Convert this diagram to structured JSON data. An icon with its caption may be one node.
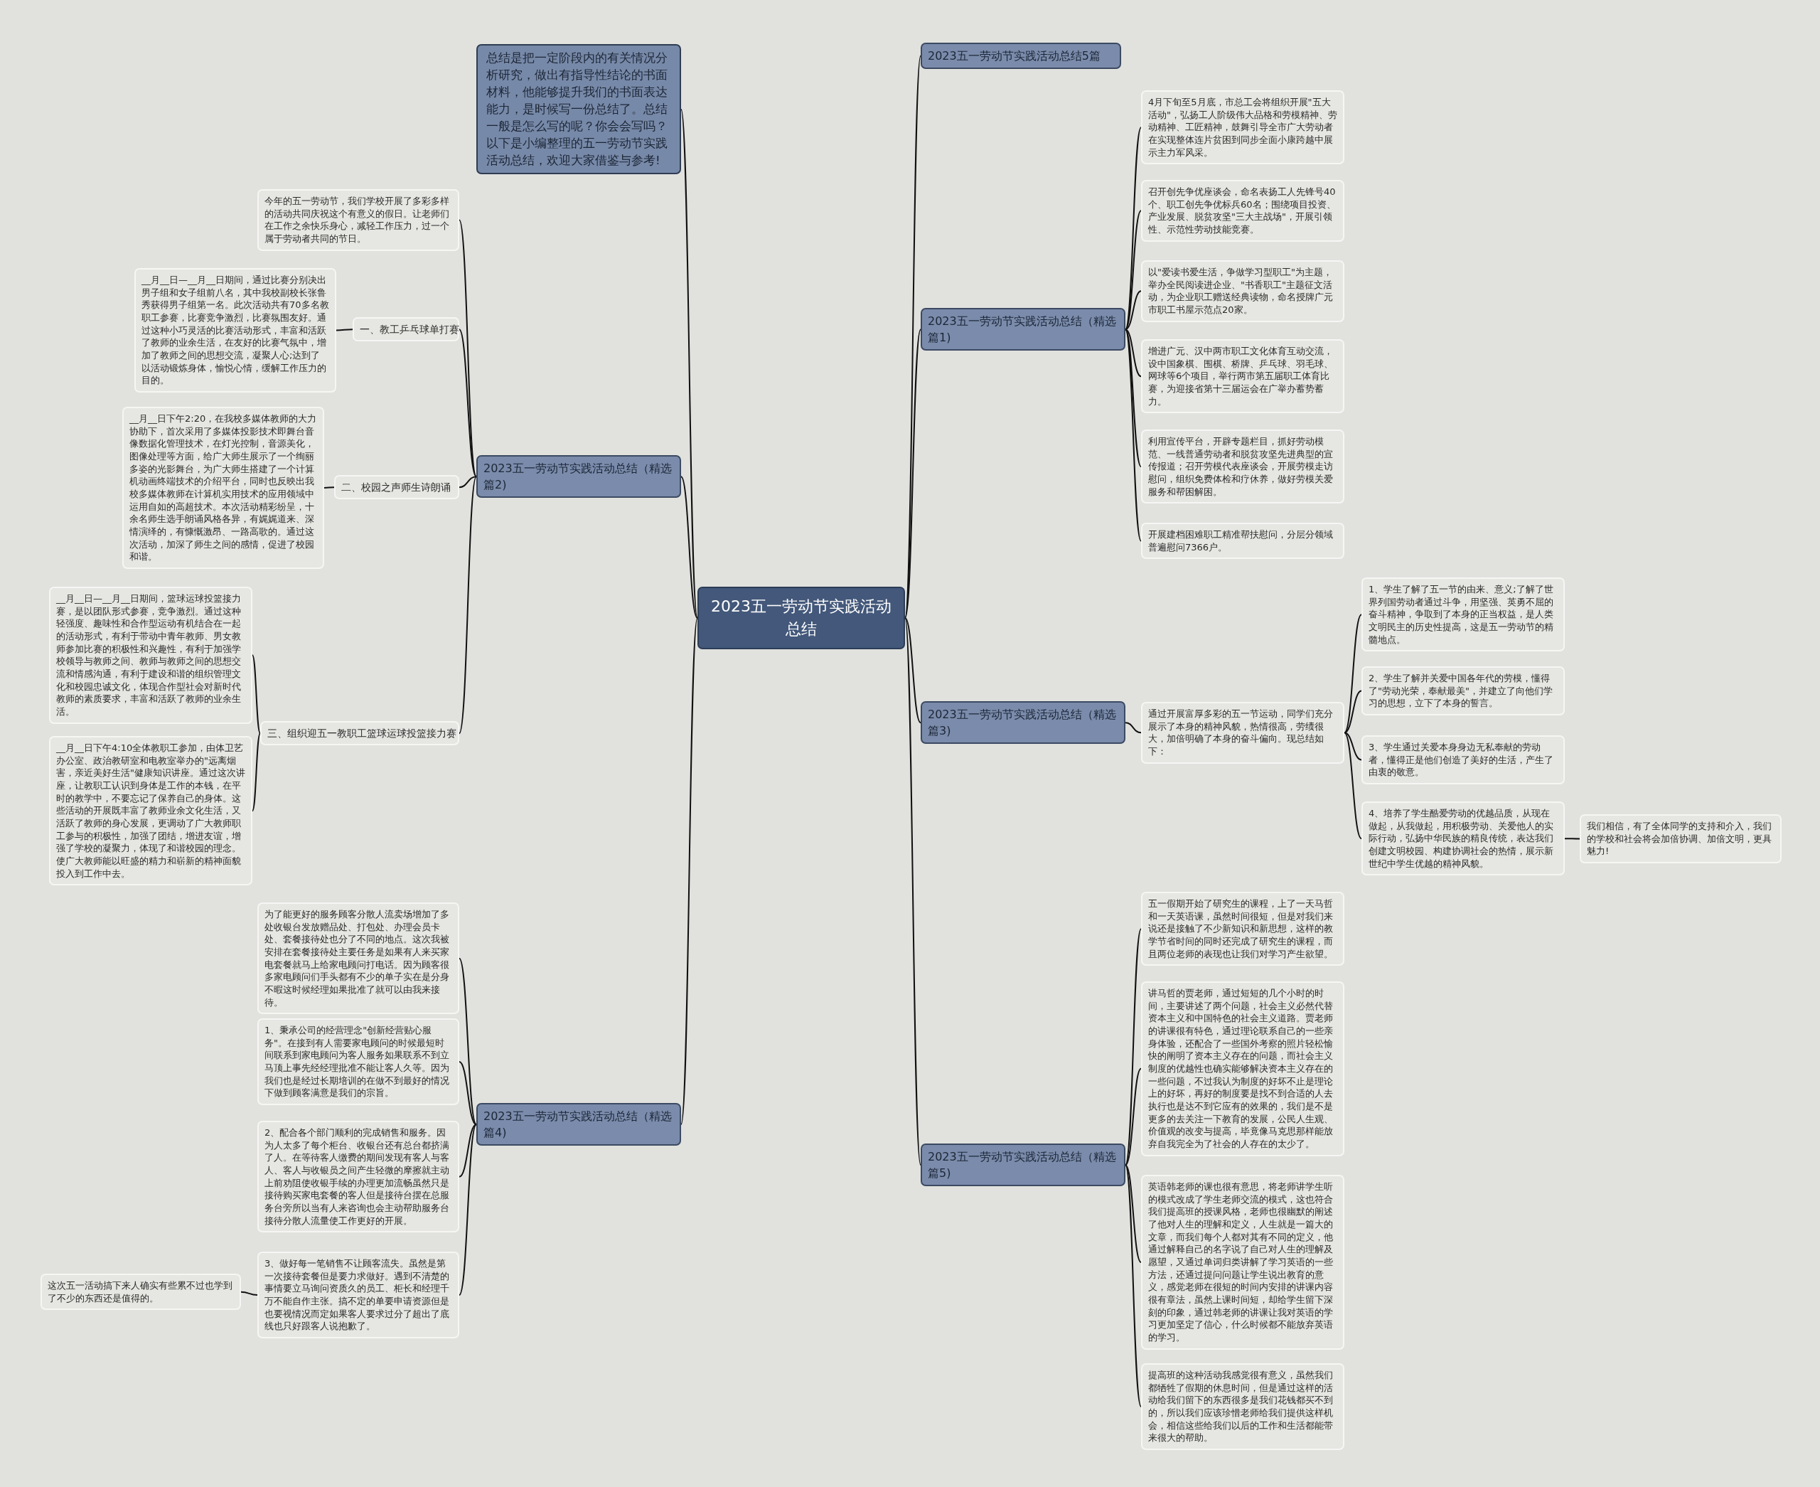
{
  "diagram": {
    "nodes": [
      {
        "text": [
          "2023五一劳动节实践活动总结"
        ]
      },
      {
        "text": [
          "总结是把一定阶段内的有关情况分析研究，做出有指导性结论的书面材料，他能够提升我们的书面表达能力，是时候写一份总结了。总结一般是怎么写的呢？你会会写吗？以下是小编整理的五一劳动节实践活动总结，欢迎大家借鉴与参考!"
        ]
      },
      {
        "text": [
          "2023五一劳动节实践活动总结5篇"
        ]
      },
      {
        "text": [
          "2023五一劳动节实践活动总结（精选篇1)"
        ]
      },
      {
        "text": [
          "4月下旬至5月底，市总工会将组织开展\"五大活动\"，弘扬工人阶级伟大品格和劳模精神、劳动精神、工匠精神，鼓舞引导全市广大劳动者在实现整体连片贫困到同步全面小康跨越中展示主力军风采。"
        ]
      },
      {
        "text": [
          "召开创先争优座谈会，命名表扬工人先锋号40个、职工创先争优标兵60名；围绕项目投资、产业发展、脱贫攻坚\"三大主战场\"，开展引领性、示范性劳动技能竞赛。"
        ]
      },
      {
        "text": [
          "以\"爱读书爱生活，争做学习型职工\"为主题，举办全民阅读进企业、\"书香职工\"主题征文活动，为企业职工赠送经典读物，命名授牌广元市职工书屋示范点20家。"
        ]
      },
      {
        "text": [
          "增进广元、汉中两市职工文化体育互动交流，设中国象棋、围棋、桥牌、乒乓球、羽毛球、网球等6个项目，举行两市第五届职工体育比赛，为迎接省第十三届运会在广举办蓄势蓄力。"
        ]
      },
      {
        "text": [
          "利用宣传平台，开辟专题栏目，抓好劳动模范、一线普通劳动者和脱贫攻坚先进典型的宣传报道；召开劳模代表座谈会，开展劳模走访慰问，组织免费体检和疗休养，做好劳模关爱服务和帮困解困。"
        ]
      },
      {
        "text": [
          "开展建档困难职工精准帮扶慰问，分层分领域普遍慰问7366户。"
        ]
      },
      {
        "text": [
          "2023五一劳动节实践活动总结（精选篇2)"
        ]
      },
      {
        "text": [
          "今年的五一劳动节，我们学校开展了多彩多样的活动共同庆祝这个有意义的假日。让老师们在工作之余快乐身心，减轻工作压力，过一个属于劳动者共同的节日。"
        ]
      },
      {
        "text": [
          "一、教工乒乓球单打赛"
        ]
      },
      {
        "text": [
          "__月__日—__月__日期间，通过比赛分别决出男子组和女子组前八名，其中我校副校长张鲁秀获得男子组第一名。此次活动共有70多名教职工参赛，比赛竞争激烈，比赛氛围友好。通过这种小巧灵活的比赛活动形式，丰富和活跃了教师的业余生活，在友好的比赛气氛中，增加了教师之间的思想交流，凝聚人心;达到了以活动锻炼身体，愉悦心情，缓解工作压力的目的。"
        ]
      },
      {
        "text": [
          "二、校园之声师生诗朗诵"
        ]
      },
      {
        "text": [
          "__月__日下午2:20，在我校多媒体教师的大力协助下，首次采用了多媒体投影技术即舞台音像数据化管理技术，在灯光控制，音源美化，图像处理等方面，给广大师生展示了一个绚丽多姿的光影舞台，为广大师生搭建了一个计算机动画终端技术的介绍平台，同时也反映出我校多媒体教师在计算机实用技术的应用领域中运用自如的高超技术。本次活动精彩纷呈，十余名师生选手朗诵风格各异，有娓娓道来、深情演绎的，有慷慨激昂、一路高歌的。通过这次活动，加深了师生之间的感情，促进了校园和谐。"
        ]
      },
      {
        "text": [
          "三、组织迎五一教职工篮球运球投篮接力赛"
        ]
      },
      {
        "text": [
          "__月__日—__月__日期间，篮球运球投篮接力赛，是以团队形式参赛，竞争激烈。通过这种轻强度、趣味性和合作型运动有机结合在一起的活动形式，有利于带动中青年教师、男女教师参加比赛的积极性和兴趣性，有利于加强学校领导与教师之间、教师与教师之间的思想交流和情感沟通，有利于建设和谐的组织管理文化和校园忠诚文化，体现合作型社会对新时代教师的素质要求，丰富和活跃了教师的业余生活。"
        ]
      },
      {
        "text": [
          "__月__日下午4:10全体教职工参加，由体卫艺办公室、政治教研室和电教室举办的\"远离烟害，亲近美好生活\"健康知识讲座。通过这次讲座，让教职工认识到身体是工作的本钱，在平时的教学中，不要忘记了保养自己的身体。这些活动的开展既丰富了教师业余文化生活，又活跃了教师的身心发展，更调动了广大教师职工参与的积极性，加强了团结，增进友谊，增强了学校的凝聚力，体现了和谐校园的理念。使广大教师能以旺盛的精力和崭新的精神面貌投入到工作中去。"
        ]
      },
      {
        "text": [
          "2023五一劳动节实践活动总结（精选篇3)"
        ]
      },
      {
        "text": [
          "通过开展富厚多彩的五一节运动，同学们充分展示了本身的精神风貌，热情很高，劳绩很大，加倍明确了本身的奋斗偏向。现总结如下："
        ]
      },
      {
        "text": [
          "1、学生了解了五一节的由来、意义;了解了世界列国劳动者通过斗争，用坚强、英勇不屈的奋斗精神，争取到了本身的正当权益，是人类文明民主的历史性提高，这是五一劳动节的精髓地点。"
        ]
      },
      {
        "text": [
          "2、学生了解并关爱中国各年代的劳模，懂得了\"劳动光荣，奉献最美\"，并建立了向他们学习的思想，立下了本身的誓言。"
        ]
      },
      {
        "text": [
          "3、学生通过关爱本身身边无私奉献的劳动者，懂得正是他们创造了美好的生活，产生了由衷的敬意。"
        ]
      },
      {
        "text": [
          "4、培养了学生酷爱劳动的优越品质，从现在做起，从我做起，用积极劳动、关爱他人的实际行动，弘扬中华民族的精良传统，表达我们创建文明校园、构建协调社会的热情，展示新世纪中学生优越的精神风貌。"
        ]
      },
      {
        "text": [
          "我们相信，有了全体同学的支持和介入，我们的学校和社会将会加倍协调、加倍文明，更具魅力!"
        ]
      },
      {
        "text": [
          "2023五一劳动节实践活动总结（精选篇4)"
        ]
      },
      {
        "text": [
          "为了能更好的服务顾客分散人流卖场增加了多处收银台发放赠品处、打包处、办理会员卡处、套餐接待处也分了不同的地点。这次我被安排在套餐接待处主要任务是如果有人来买家电套餐就马上给家电顾问打电话。因为顾客很多家电顾问们手头都有不少的单子实在是分身不暇这时候经理如果批准了就可以由我来接待。"
        ]
      },
      {
        "text": [
          "1、秉承公司的经营理念\"创新经营贴心服务\"。在接到有人需要家电顾问的时候最短时间联系到家电顾问为客人服务如果联系不到立马顶上事先经经理批准不能让客人久等。因为我们也是经过长期培训的在做不到最好的情况下做到顾客满意是我们的宗旨。"
        ]
      },
      {
        "text": [
          "2、配合各个部门顺利的完成销售和服务。因为人太多了每个柜台、收银台还有总台都挤满了人。在等待客人缴费的期间发现有客人与客人、客人与收银员之间产生轻微的摩擦就主动上前劝阻使收银手续的办理更加流畅虽然只是接待购买家电套餐的客人但是接待台摆在总服务台旁所以当有人来咨询也会主动帮助服务台接待分散人流量使工作更好的开展。"
        ]
      },
      {
        "text": [
          "3、做好每一笔销售不让顾客流失。虽然是第一次接待套餐但是要力求做好。遇到不清楚的事情要立马询问资质久的员工、柜长和经理千万不能自作主张。搞不定的单要申请资源但是也要视情况而定如果客人要求过分了超出了底线也只好跟客人说抱歉了。"
        ]
      },
      {
        "text": [
          "这次五一活动搞下来人确实有些累不过也学到了不少的东西还是值得的。"
        ]
      },
      {
        "text": [
          "2023五一劳动节实践活动总结（精选篇5)"
        ]
      },
      {
        "text": [
          "五一假期开始了研究生的课程，上了一天马哲和一天英语课，虽然时间很短，但是对我们来说还是接触了不少新知识和新思想，这样的教学节省时间的同时还完成了研究生的课程，而且两位老师的表现也让我们对学习产生欲望。"
        ]
      },
      {
        "text": [
          "讲马哲的贾老师，通过短短的几个小时的时间，主要讲述了两个问题，社会主义必然代替资本主义和中国特色的社会主义道路。贾老师的讲课很有特色，通过理论联系自己的一些亲身体验，还配合了一些国外考察的照片轻松愉快的阐明了资本主义存在的问题，而社会主义制度的优越性也确实能够解决资本主义存在的一些问题，不过我认为制度的好坏不止是理论上的好坏，再好的制度要是找不到合适的人去执行也是达不到它应有的效果的，我们是不是更多的去关注一下教育的发展，公民人生观、价值观的改变与提高，毕竟像马克思那样能放弃自我完全为了社会的人存在的太少了。"
        ]
      },
      {
        "text": [
          "英语韩老师的课也很有意思，将老师讲学生听的模式改成了学生老师交流的模式，这也符合我们提高班的授课风格，老师也很幽默的阐述了他对人生的理解和定义，人生就是一篇大的文章，而我们每个人都对其有不同的定义，他通过解释自己的名字说了自己对人生的理解及愿望，又通过单词归类讲解了学习英语的一些方法，还通过提问问题让学生说出教育的意义，感觉老师在很短的时间内安排的讲课内容很有章法，虽然上课时间短，却给学生留下深刻的印象，通过韩老师的讲课让我对英语的学习更加坚定了信心，什么时候都不能放弃英语的学习。"
        ]
      },
      {
        "text": [
          "提高班的这种活动我感觉很有意义，虽然我们都牺牲了假期的休息时间，但是通过这样的活动给我们留下的东西很多是我们花钱都买不到的，所以我们应该珍惜老师给我们提供这样机会，相信这些给我们以后的工作和生活都能带来很大的帮助。"
        ]
      }
    ],
    "edges": [
      {
        "from": 0,
        "to": 1,
        "arrow": "none"
      },
      {
        "from": 0,
        "to": 2,
        "arrow": "none"
      },
      {
        "from": 0,
        "to": 3,
        "arrow": "none"
      },
      {
        "from": 3,
        "to": 4,
        "arrow": "none"
      },
      {
        "from": 3,
        "to": 5,
        "arrow": "none"
      },
      {
        "from": 3,
        "to": 6,
        "arrow": "none"
      },
      {
        "from": 3,
        "to": 7,
        "arrow": "none"
      },
      {
        "from": 3,
        "to": 8,
        "arrow": "none"
      },
      {
        "from": 3,
        "to": 9,
        "arrow": "none"
      },
      {
        "from": 0,
        "to": 10,
        "arrow": "none"
      },
      {
        "from": 10,
        "to": 11,
        "arrow": "none"
      },
      {
        "from": 10,
        "to": 12,
        "arrow": "none"
      },
      {
        "from": 12,
        "to": 13,
        "arrow": "none"
      },
      {
        "from": 10,
        "to": 14,
        "arrow": "none"
      },
      {
        "from": 14,
        "to": 15,
        "arrow": "none"
      },
      {
        "from": 10,
        "to": 16,
        "arrow": "none"
      },
      {
        "from": 16,
        "to": 17,
        "arrow": "none"
      },
      {
        "from": 16,
        "to": 18,
        "arrow": "none"
      },
      {
        "from": 0,
        "to": 19,
        "arrow": "none"
      },
      {
        "from": 19,
        "to": 20,
        "arrow": "none"
      },
      {
        "from": 20,
        "to": 21,
        "arrow": "none"
      },
      {
        "from": 20,
        "to": 22,
        "arrow": "none"
      },
      {
        "from": 20,
        "to": 23,
        "arrow": "none"
      },
      {
        "from": 20,
        "to": 24,
        "arrow": "none"
      },
      {
        "from": 24,
        "to": 25,
        "arrow": "none"
      },
      {
        "from": 0,
        "to": 26,
        "arrow": "none"
      },
      {
        "from": 26,
        "to": 27,
        "arrow": "none"
      },
      {
        "from": 26,
        "to": 28,
        "arrow": "none"
      },
      {
        "from": 26,
        "to": 29,
        "arrow": "none"
      },
      {
        "from": 26,
        "to": 30,
        "arrow": "none"
      },
      {
        "from": 30,
        "to": 31,
        "arrow": "none"
      },
      {
        "from": 0,
        "to": 32,
        "arrow": "none"
      },
      {
        "from": 32,
        "to": 33,
        "arrow": "none"
      },
      {
        "from": 32,
        "to": 34,
        "arrow": "none"
      },
      {
        "from": 32,
        "to": 35,
        "arrow": "none"
      },
      {
        "from": 32,
        "to": 36,
        "arrow": "none"
      }
    ]
  }
}
